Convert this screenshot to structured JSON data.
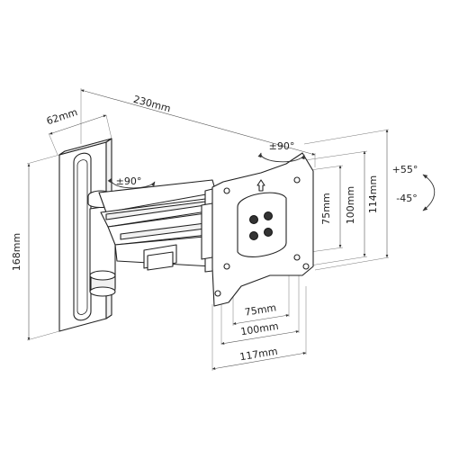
{
  "dimensions": {
    "overall_depth": "230mm",
    "plate_width": "62mm",
    "plate_height": "168mm",
    "vesa_h_small": "75mm",
    "vesa_h_large": "100mm",
    "head_width": "117mm",
    "vesa_v_small": "75mm",
    "vesa_v_large": "100mm",
    "head_height": "114mm"
  },
  "rotations": {
    "arm_swivel": "±90°",
    "head_swivel": "±90°",
    "tilt_up": "+55°",
    "tilt_down": "-45°"
  }
}
